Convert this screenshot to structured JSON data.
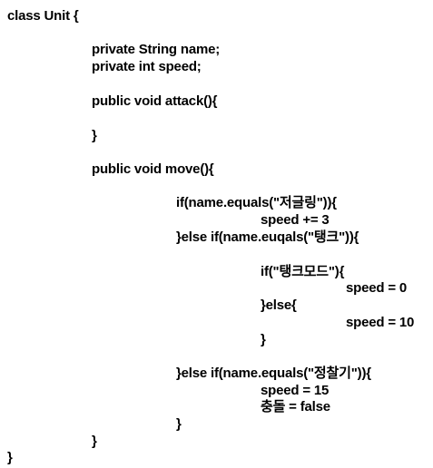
{
  "lines": [
    "class Unit {",
    "private String name;",
    "private int speed;",
    "public void attack(){",
    "}",
    "public void move(){",
    "if(name.equals(\"저글링\")){",
    "speed += 3",
    "}else if(name.euqals(\"탱크\")){",
    "if(\"탱크모드\"){",
    "speed = 0",
    "}else{",
    "speed = 10",
    "}",
    "}else if(name.equals(\"정찰기\")){",
    "speed = 15",
    "충돌 = false",
    "}",
    "}",
    "}"
  ]
}
